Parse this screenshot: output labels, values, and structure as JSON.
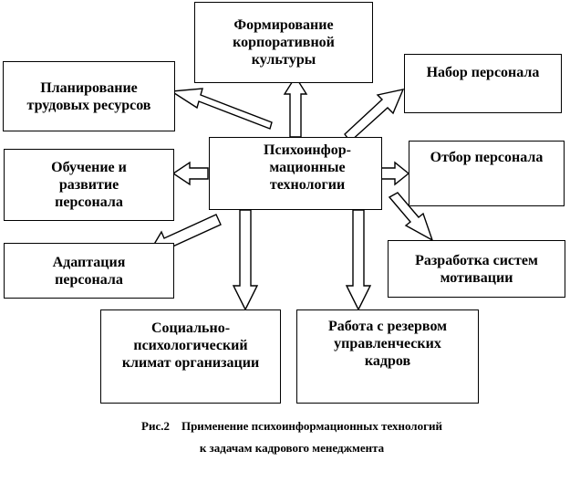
{
  "diagram": {
    "center": "Психоинфор-\nмационные\nтехнологии",
    "nodes": {
      "culture": "Формирование\nкорпоративной\nкультуры",
      "planning": "Планирование\nтрудовых ресурсов",
      "recruitment": "Набор персонала",
      "training": "Обучение и\nразвитие\nперсонала",
      "selection": "Отбор персонала",
      "adaptation": "Адаптация\nперсонала",
      "motivation": "Разработка систем\nмотивации",
      "climate": "Социально-\nпсихологический\nклимат организации",
      "reserve": "Работа с резервом\nуправленческих\nкадров"
    }
  },
  "caption": {
    "line1": "Рис.2    Применение психоинформационных технологий",
    "line2": "к задачам кадрового менеджмента"
  }
}
